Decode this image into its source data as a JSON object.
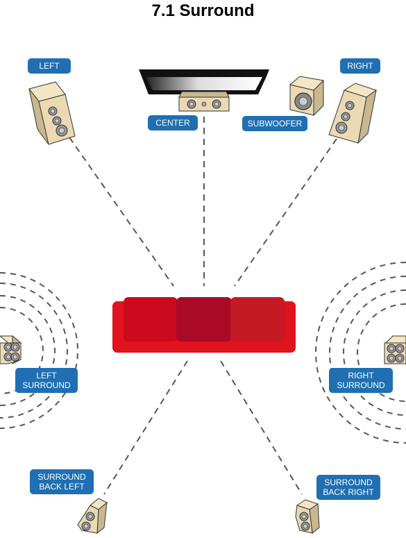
{
  "title": "7.1 Surround",
  "labels": {
    "left": "LEFT",
    "right": "RIGHT",
    "center": "CENTER",
    "subwoofer": "SUBWOOFER",
    "left_surround": "LEFT\nSURROUND",
    "right_surround": "RIGHT\nSURROUND",
    "surround_back_left": "SURROUND\nBACK LEFT",
    "surround_back_right": "SURROUND\nBACK RIGHT"
  },
  "colors": {
    "label_bg": "#1f6fb2",
    "speaker_body": "#ead9b3",
    "sofa_base": "#e0131f",
    "sofa_cushion_left": "#cc0a1e",
    "sofa_cushion_middle": "#aa0a26",
    "sofa_cushion_right": "#c41a24",
    "line": "#555555"
  },
  "icons": [
    "speaker-icon",
    "subwoofer-icon",
    "tv-icon",
    "sofa-icon"
  ]
}
